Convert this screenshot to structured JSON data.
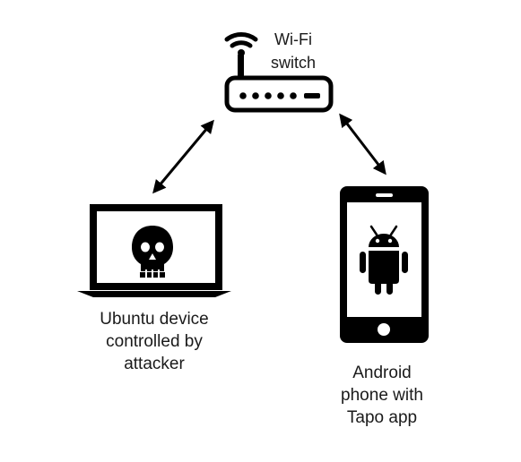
{
  "nodes": {
    "switch": {
      "label_lines": [
        "Wi-Fi",
        "switch"
      ]
    },
    "ubuntu": {
      "label_lines": [
        "Ubuntu device",
        "controlled by",
        "attacker"
      ]
    },
    "android": {
      "label_lines": [
        "Android",
        "phone with",
        "Tapo app"
      ]
    }
  },
  "edges": [
    {
      "from": "switch",
      "to": "ubuntu",
      "direction": "bidirectional"
    },
    {
      "from": "switch",
      "to": "android",
      "direction": "bidirectional"
    }
  ],
  "icons": {
    "switch": "wifi-router-icon",
    "ubuntu": "laptop-icon",
    "ubuntu_screen": "skull-icon",
    "android": "smartphone-icon",
    "android_screen": "android-robot-icon"
  },
  "colors": {
    "ink": "#000000",
    "text": "#1a1a1a",
    "background": "#ffffff"
  }
}
